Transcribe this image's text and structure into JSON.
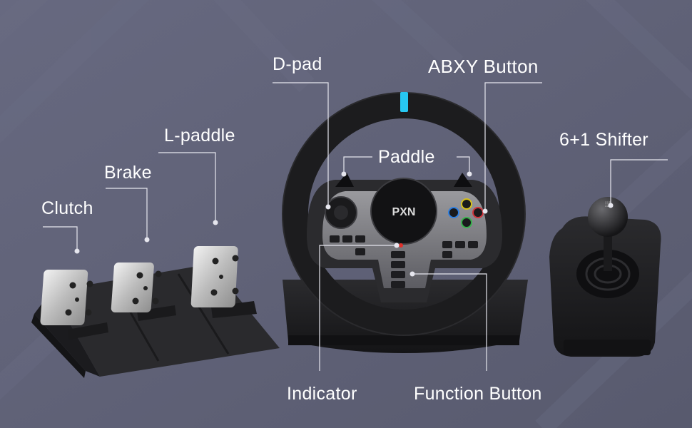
{
  "labels": {
    "dpad": "D-pad",
    "abxy": "ABXY Button",
    "lpaddle": "L-paddle",
    "paddle": "Paddle",
    "brake": "Brake",
    "clutch": "Clutch",
    "shifter": "6+1 Shifter",
    "indicator": "Indicator",
    "function_button": "Function Button"
  },
  "logo": {
    "text": "PXN"
  },
  "colors": {
    "background": "#5f6176",
    "leader_line": "#e6e6ee",
    "wheel_black": "#1c1c1e",
    "center_marker": "#27c7f2",
    "indicator_led": "#e0302a"
  }
}
